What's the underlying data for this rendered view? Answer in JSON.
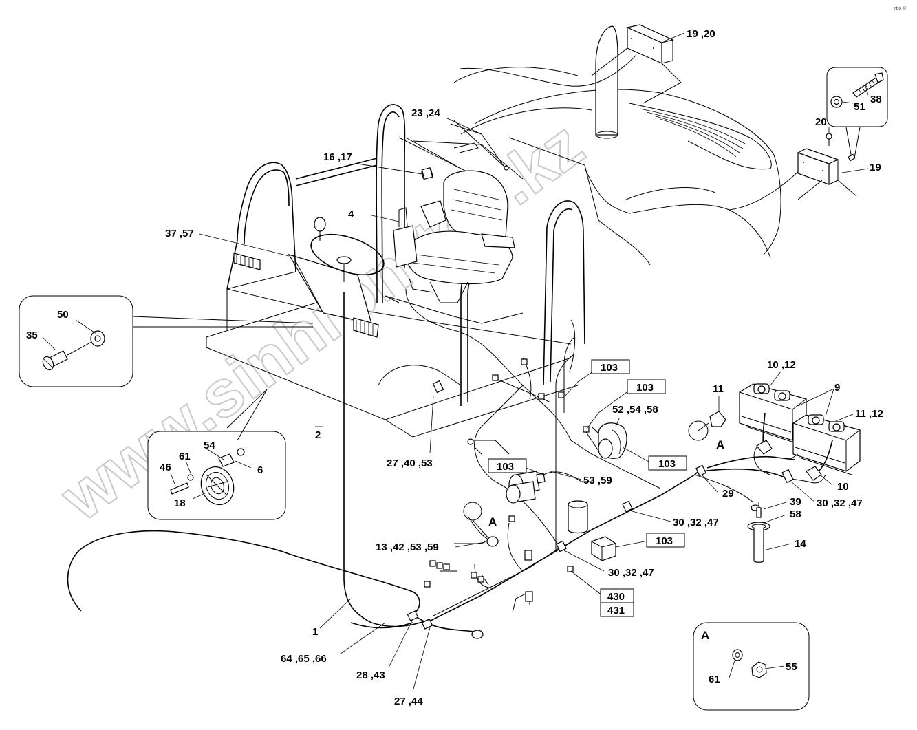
{
  "corner_mark": "rbo ©",
  "watermark": "www.sinhron-too.kz",
  "callouts": {
    "c19_20": "19 ,20",
    "c23_24": "23 ,24",
    "c16_17": "16 ,17",
    "c4": "4",
    "c37_57": "37 ,57",
    "c50": "50",
    "c35": "35",
    "c2": "2",
    "c54": "54",
    "c61a": "61",
    "c46": "46",
    "c6": "6",
    "c18": "18",
    "c51": "51",
    "c38": "38",
    "c20": "20",
    "c19": "19",
    "c10_12": "10 ,12",
    "c9": "9",
    "c11": "11",
    "c11_12": "11 ,12",
    "cA1": "A",
    "c52_54_58": "52 ,54 ,58",
    "c27_40_53": "27 ,40 ,53",
    "c53_59": "53 ,59",
    "c29": "29",
    "c10": "10",
    "c30_32_47a": "30 ,32 ,47",
    "c39": "39",
    "c58": "58",
    "c30_32_47b": "30 ,32 ,47",
    "c14": "14",
    "cA2": "A",
    "c13_42_53_59": "13 ,42 ,53 ,59",
    "c30_32_47c": "30 ,32 ,47",
    "c1": "1",
    "c64_65_66": "64 ,65 ,66",
    "c28_43": "28 ,43",
    "c27_44": "27 ,44",
    "cA3": "A",
    "c61b": "61",
    "c55": "55"
  },
  "boxes": {
    "b103a": "103",
    "b103b": "103",
    "b103c": "103",
    "b103d": "103",
    "b103e": "103",
    "b430": "430",
    "b431": "431"
  }
}
